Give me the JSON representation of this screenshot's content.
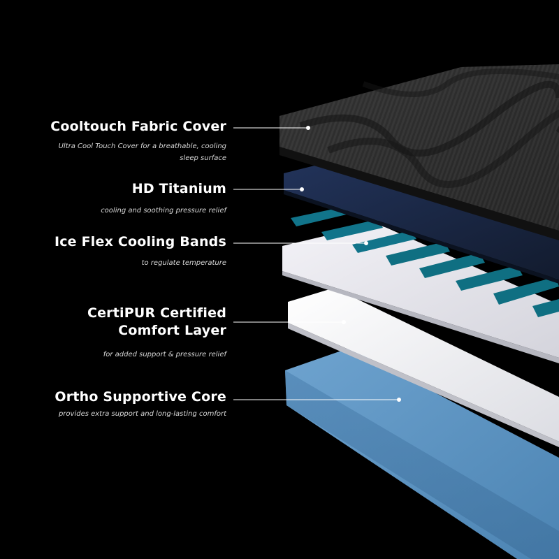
{
  "layers": [
    {
      "title": "Cooltouch Fabric Cover",
      "description": "Ultra Cool Touch Cover for a breathable, cooling sleep surface"
    },
    {
      "title": "HD Titanium",
      "description": "cooling and soothing pressure relief"
    },
    {
      "title": "Ice Flex Cooling Bands",
      "description": "to regulate temperature"
    },
    {
      "title": "CertiPUR Certified Comfort Layer",
      "description": "for added support & pressure relief"
    },
    {
      "title": "Ortho Supportive Core",
      "description": "provides extra support and long-lasting comfort"
    }
  ],
  "colors": {
    "background": "#000000",
    "cover": "#2b2b2b",
    "titanium": "#1b2942",
    "cooling_bands": "#0f6f82",
    "comfort_layer": "#ecebf0",
    "comfort_layer_2": "#f4f4f4",
    "core": "#5a90bd",
    "text": "#ffffff"
  }
}
